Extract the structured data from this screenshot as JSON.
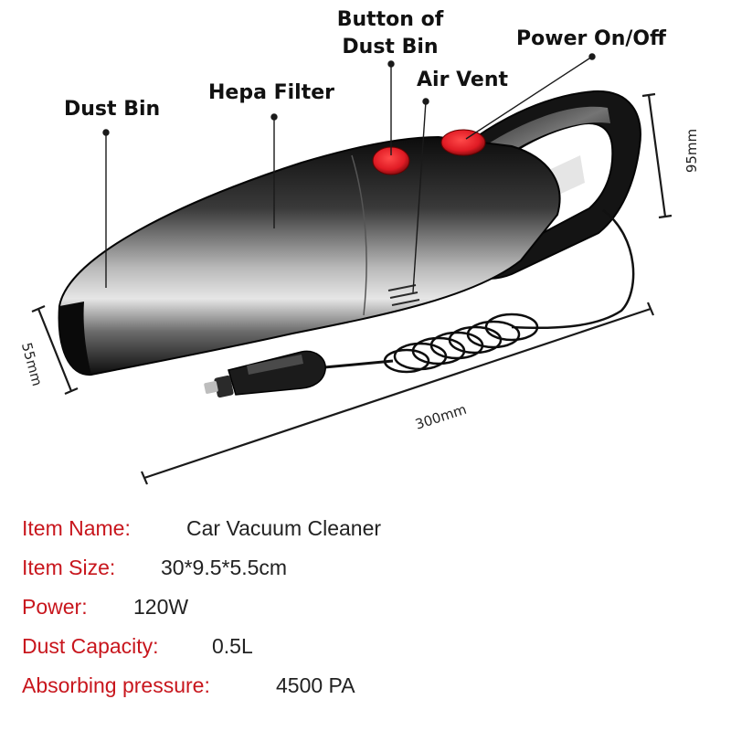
{
  "colors": {
    "label": "#c8161d",
    "value": "#222222",
    "body": "#1a1a1a",
    "button": "#e01b24"
  },
  "callouts": {
    "dust_bin": "Dust Bin",
    "hepa_filter": "Hepa Filter",
    "button_line1": "Button of",
    "button_line2": "Dust Bin",
    "air_vent": "Air Vent",
    "power": "Power On/Off"
  },
  "dimensions": {
    "height": "95mm",
    "width": "55mm",
    "length": "300mm"
  },
  "specs": [
    {
      "label": "Item Name:",
      "value": "Car Vacuum Cleaner"
    },
    {
      "label": "Item Size:",
      "value": "30*9.5*5.5cm"
    },
    {
      "label": "Power:",
      "value": "120W"
    },
    {
      "label": "Dust Capacity:",
      "value": "0.5L"
    },
    {
      "label": "Absorbing pressure:",
      "value": "4500 PA"
    }
  ]
}
